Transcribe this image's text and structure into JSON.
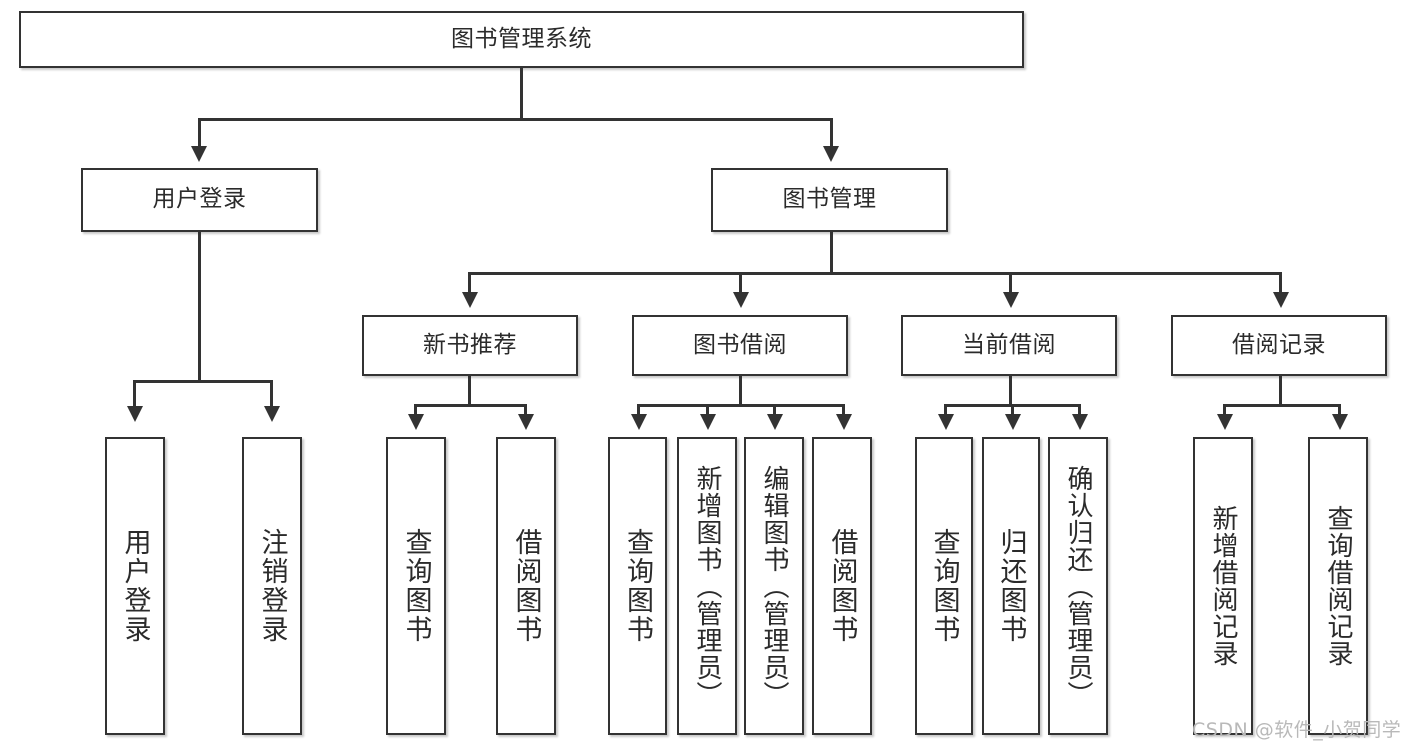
{
  "diagram": {
    "title": "图书管理系统",
    "type": "hierarchy-tree",
    "root": {
      "label": "图书管理系统"
    },
    "level2": [
      {
        "id": "user-login",
        "label": "用户登录"
      },
      {
        "id": "book-management",
        "label": "图书管理"
      }
    ],
    "level3": [
      {
        "id": "new-book-recommend",
        "label": "新书推荐",
        "parent": "book-management"
      },
      {
        "id": "book-borrow",
        "label": "图书借阅",
        "parent": "book-management"
      },
      {
        "id": "current-borrow",
        "label": "当前借阅",
        "parent": "book-management"
      },
      {
        "id": "borrow-record",
        "label": "借阅记录",
        "parent": "book-management"
      }
    ],
    "leaves": {
      "user-login": [
        {
          "id": "leaf-user-login",
          "label": "用户登录"
        },
        {
          "id": "leaf-logout",
          "label": "注销登录"
        }
      ],
      "new-book-recommend": [
        {
          "id": "leaf-query-book-1",
          "label": "查询图书"
        },
        {
          "id": "leaf-borrow-book-1",
          "label": "借阅图书"
        }
      ],
      "book-borrow": [
        {
          "id": "leaf-query-book-2",
          "label": "查询图书"
        },
        {
          "id": "leaf-add-book",
          "label": "新增图书（管理员）"
        },
        {
          "id": "leaf-edit-book",
          "label": "编辑图书（管理员）"
        },
        {
          "id": "leaf-borrow-book-2",
          "label": "借阅图书"
        }
      ],
      "current-borrow": [
        {
          "id": "leaf-query-book-3",
          "label": "查询图书"
        },
        {
          "id": "leaf-return-book",
          "label": "归还图书"
        },
        {
          "id": "leaf-confirm-return",
          "label": "确认归还（管理员）"
        }
      ],
      "borrow-record": [
        {
          "id": "leaf-add-record",
          "label": "新增借阅记录"
        },
        {
          "id": "leaf-query-record",
          "label": "查询借阅记录"
        }
      ]
    }
  },
  "watermark": {
    "text": "CSDN @软件_小贺同学"
  },
  "colors": {
    "stroke": "#333333",
    "fill": "#ffffff",
    "text": "#2b2b2b",
    "watermark": "#b9b9b9"
  }
}
